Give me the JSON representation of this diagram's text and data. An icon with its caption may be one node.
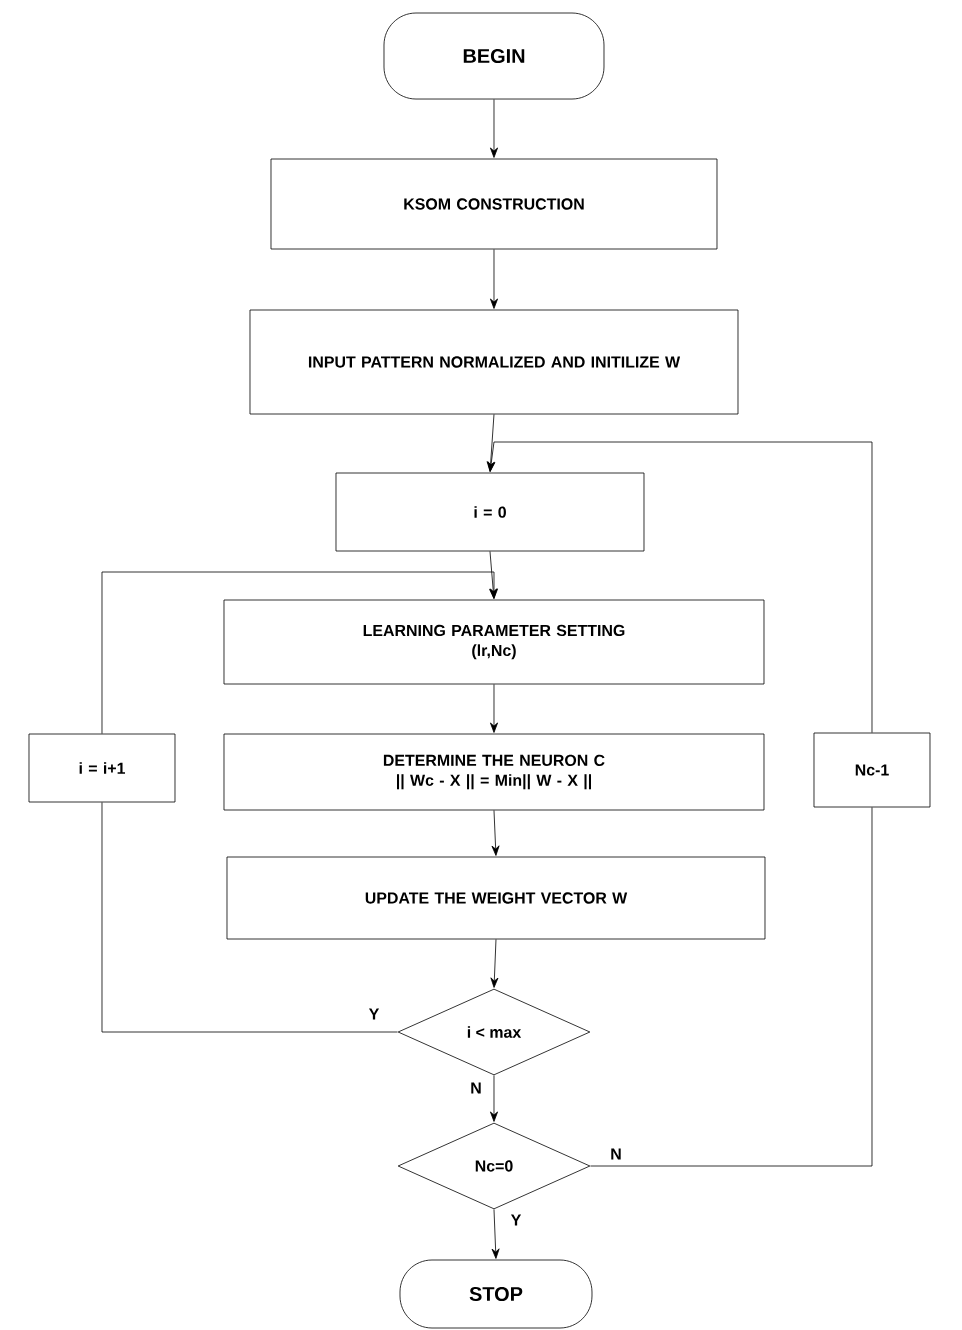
{
  "diagram": {
    "nodes": [
      {
        "text": [
          "BEGIN"
        ]
      },
      {
        "text": [
          "KSOM CONSTRUCTION"
        ]
      },
      {
        "text": [
          "INPUT PATTERN NORMALIZED AND INITILIZE W"
        ]
      },
      {
        "text": [
          "i = 0"
        ]
      },
      {
        "text": [
          "LEARNING PARAMETER SETTING",
          "(lr,Nc)"
        ]
      },
      {
        "text": [
          "i = i+1"
        ]
      },
      {
        "text": [
          "DETERMINE THE NEURON C",
          "|| Wc - X || = Min|| W - X ||"
        ]
      },
      {
        "text": [
          "Nc-1"
        ]
      },
      {
        "text": [
          "UPDATE THE WEIGHT VECTOR W"
        ]
      },
      {
        "text": [
          "i < max"
        ]
      },
      {
        "text": [
          "Nc=0"
        ]
      },
      {
        "text": [
          "STOP"
        ]
      }
    ],
    "edges": [
      {
        "from": 0,
        "to": 1,
        "arrow": "to"
      },
      {
        "from": 1,
        "to": 2,
        "arrow": "to"
      },
      {
        "from": 2,
        "to": 3,
        "arrow": "to"
      },
      {
        "from": 3,
        "to": 4,
        "arrow": "to"
      },
      {
        "from": 4,
        "to": 6,
        "arrow": "to"
      },
      {
        "from": 6,
        "to": 8,
        "arrow": "to"
      },
      {
        "from": 8,
        "to": 9,
        "arrow": "to"
      },
      {
        "from": 9,
        "to": 5,
        "arrow": "none",
        "label": "Y"
      },
      {
        "from": 5,
        "to": 4,
        "arrow": "to"
      },
      {
        "from": 9,
        "to": 10,
        "arrow": "to",
        "label": "N"
      },
      {
        "from": 10,
        "to": 7,
        "arrow": "none",
        "label": "N"
      },
      {
        "from": 7,
        "to": 3,
        "arrow": "to"
      },
      {
        "from": 10,
        "to": 11,
        "arrow": "to",
        "label": "Y"
      }
    ]
  }
}
